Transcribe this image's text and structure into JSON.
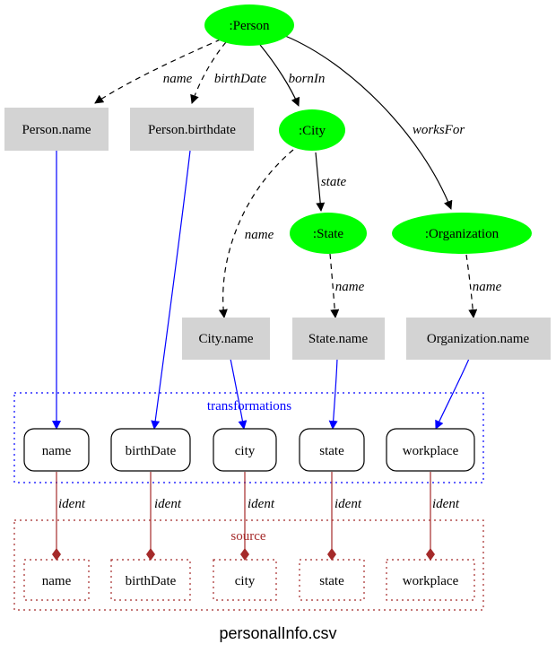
{
  "colors": {
    "ontology_node": "#00ff00",
    "property_node": "#d3d3d3",
    "transform_edge": "#0000ff",
    "source_edge": "#a52a2a"
  },
  "nodes": {
    "person": ":Person",
    "city": ":City",
    "state": ":State",
    "organization": ":Organization",
    "person_name": "Person.name",
    "person_birthdate": "Person.birthdate",
    "city_name": "City.name",
    "state_name": "State.name",
    "organization_name": "Organization.name"
  },
  "edges": {
    "name": "name",
    "birth_date": "birthDate",
    "born_in": "bornIn",
    "works_for": "worksFor",
    "state": "state",
    "ident": "ident"
  },
  "transformations": {
    "label": "transformations",
    "items": [
      "name",
      "birthDate",
      "city",
      "state",
      "workplace"
    ]
  },
  "source": {
    "label": "source",
    "items": [
      "name",
      "birthDate",
      "city",
      "state",
      "workplace"
    ]
  },
  "caption": "personalInfo.csv"
}
